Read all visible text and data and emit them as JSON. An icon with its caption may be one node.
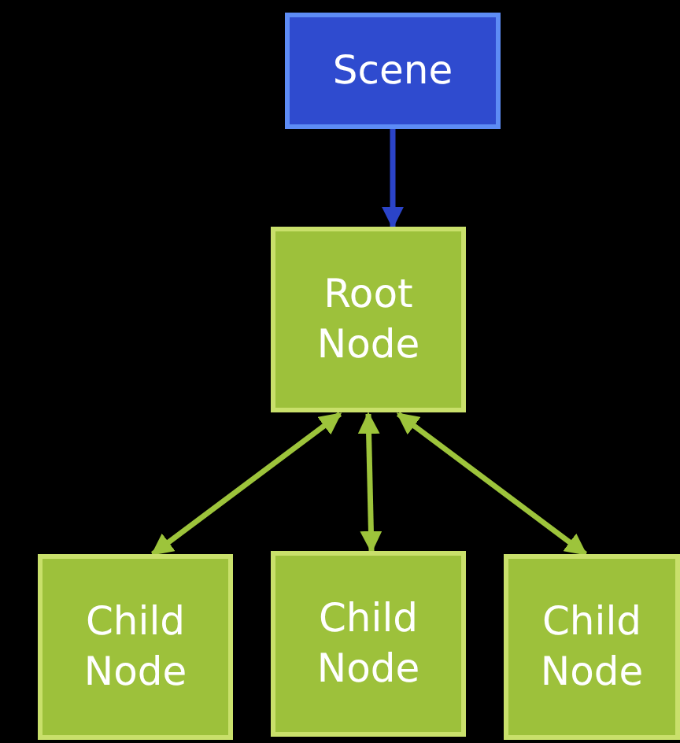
{
  "diagram": {
    "nodes": [
      {
        "text": [
          "Scene"
        ]
      },
      {
        "text": [
          "Root Node"
        ]
      },
      {
        "text": [
          "Child Node"
        ]
      },
      {
        "text": [
          "Child Node"
        ]
      },
      {
        "text": [
          "Child Node"
        ]
      }
    ],
    "edges": [
      {
        "from": 0,
        "to": 1,
        "arrow": "to",
        "color": "#2b44c8"
      },
      {
        "from": 1,
        "to": 2,
        "arrow": "both"
      },
      {
        "from": 1,
        "to": 3,
        "arrow": "both"
      },
      {
        "from": 1,
        "to": 4,
        "arrow": "both"
      }
    ]
  }
}
